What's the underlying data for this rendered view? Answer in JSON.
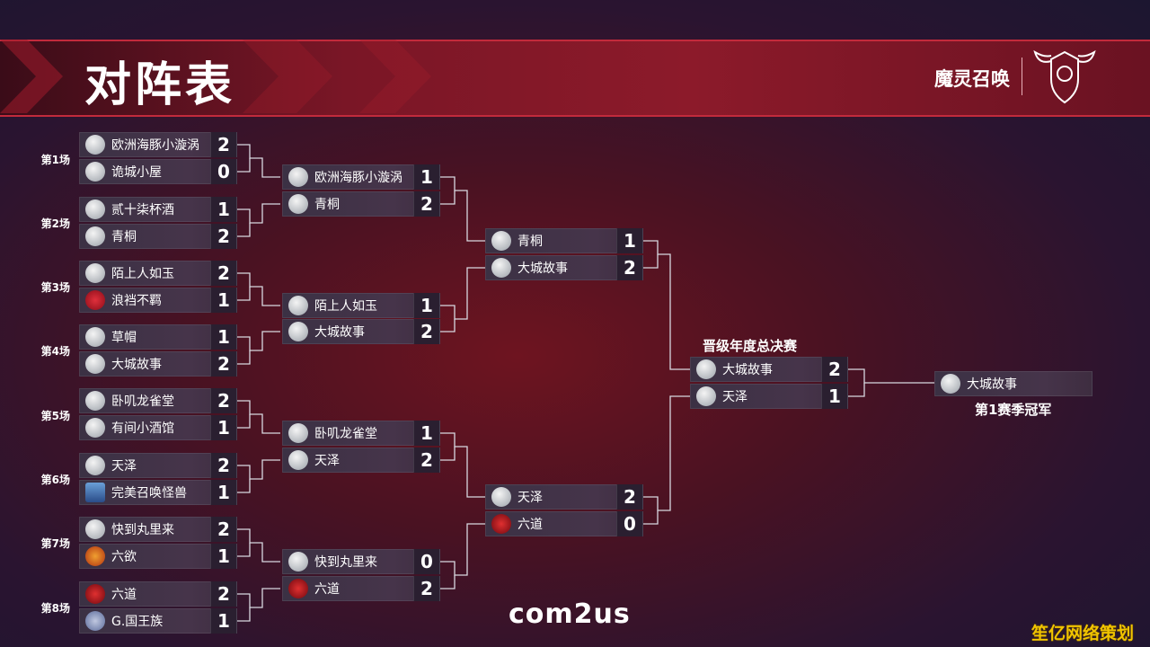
{
  "header": {
    "title": "对阵表",
    "brand": "魔灵召唤"
  },
  "rounds": [
    {
      "label": "第1场",
      "teams": [
        {
          "name": "欧洲海豚小漩涡",
          "score": "2"
        },
        {
          "name": "诡城小屋",
          "score": "0"
        }
      ]
    },
    {
      "label": "第2场",
      "teams": [
        {
          "name": "贰十柒杯酒",
          "score": "1"
        },
        {
          "name": "青桐",
          "score": "2"
        }
      ]
    },
    {
      "label": "第3场",
      "teams": [
        {
          "name": "陌上人如玉",
          "score": "2"
        },
        {
          "name": "浪裆不羁",
          "score": "1"
        }
      ]
    },
    {
      "label": "第4场",
      "teams": [
        {
          "name": "草帽",
          "score": "1"
        },
        {
          "name": "大城故事",
          "score": "2"
        }
      ]
    },
    {
      "label": "第5场",
      "teams": [
        {
          "name": "卧叽龙雀堂",
          "score": "2"
        },
        {
          "name": "有间小酒馆",
          "score": "1"
        }
      ]
    },
    {
      "label": "第6场",
      "teams": [
        {
          "name": "天泽",
          "score": "2"
        },
        {
          "name": "完美召唤怪兽",
          "score": "1"
        }
      ]
    },
    {
      "label": "第7场",
      "teams": [
        {
          "name": "快到丸里来",
          "score": "2"
        },
        {
          "name": "六欲",
          "score": "1"
        }
      ]
    },
    {
      "label": "第8场",
      "teams": [
        {
          "name": "六道",
          "score": "2"
        },
        {
          "name": "G.国王族",
          "score": "1"
        }
      ]
    }
  ],
  "quarterfinals": [
    {
      "teams": [
        {
          "name": "欧洲海豚小漩涡",
          "score": "1"
        },
        {
          "name": "青桐",
          "score": "2"
        }
      ]
    },
    {
      "teams": [
        {
          "name": "陌上人如玉",
          "score": "1"
        },
        {
          "name": "大城故事",
          "score": "2"
        }
      ]
    },
    {
      "teams": [
        {
          "name": "卧叽龙雀堂",
          "score": "1"
        },
        {
          "name": "天泽",
          "score": "2"
        }
      ]
    },
    {
      "teams": [
        {
          "name": "快到丸里来",
          "score": "0"
        },
        {
          "name": "六道",
          "score": "2"
        }
      ]
    }
  ],
  "semifinals": [
    {
      "teams": [
        {
          "name": "青桐",
          "score": "1"
        },
        {
          "name": "大城故事",
          "score": "2"
        }
      ]
    },
    {
      "teams": [
        {
          "name": "天泽",
          "score": "2"
        },
        {
          "name": "六道",
          "score": "0"
        }
      ]
    }
  ],
  "final": {
    "label": "晋级年度总决赛",
    "teams": [
      {
        "name": "大城故事",
        "score": "2"
      },
      {
        "name": "天泽",
        "score": "1"
      }
    ]
  },
  "champion": {
    "name": "大城故事",
    "label": "第1赛季冠军"
  },
  "sponsor": "com2us",
  "watermark": "笙亿网络策划"
}
